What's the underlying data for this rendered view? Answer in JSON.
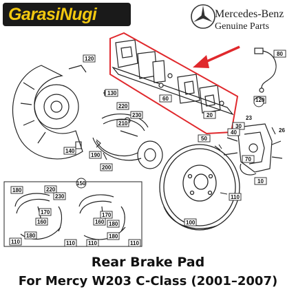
{
  "brand": {
    "logo_text": "GarasiNugi",
    "logo_bg": "#1a1a1a",
    "logo_color": "#f2c80f"
  },
  "manufacturer": {
    "line1": "Mercedes-Benz",
    "line2": "Genuine Parts",
    "logo_icon": "mercedes-star-icon"
  },
  "highlight": {
    "color": "#e0282c",
    "arrow_icon": "red-arrow-icon"
  },
  "part_labels": {
    "p120": "120",
    "p130": "130",
    "p220a": "220",
    "p230a": "230",
    "p210": "210",
    "p140": "140",
    "p190": "190",
    "p200": "200",
    "p60": "60",
    "p80": "80",
    "p120b": "120",
    "p20": "20",
    "p30": "30",
    "p40": "40",
    "p50": "50",
    "p23": "23",
    "p26": "26",
    "p70": "70",
    "p10": "10",
    "p150": "150",
    "p180a": "180",
    "p220b": "220",
    "p230b": "230",
    "p170a": "170",
    "p160a": "160",
    "p180b": "180",
    "p110a": "110",
    "p110b": "110",
    "p110c": "110",
    "p170b": "170",
    "p160b": "160",
    "p180c": "180",
    "p180d": "180",
    "p110d": "110",
    "p110e": "110",
    "p100": "100"
  },
  "caption": {
    "line1": "Rear Brake Pad",
    "line2": "For Mercy W203 C-Class (2001–2007)"
  }
}
